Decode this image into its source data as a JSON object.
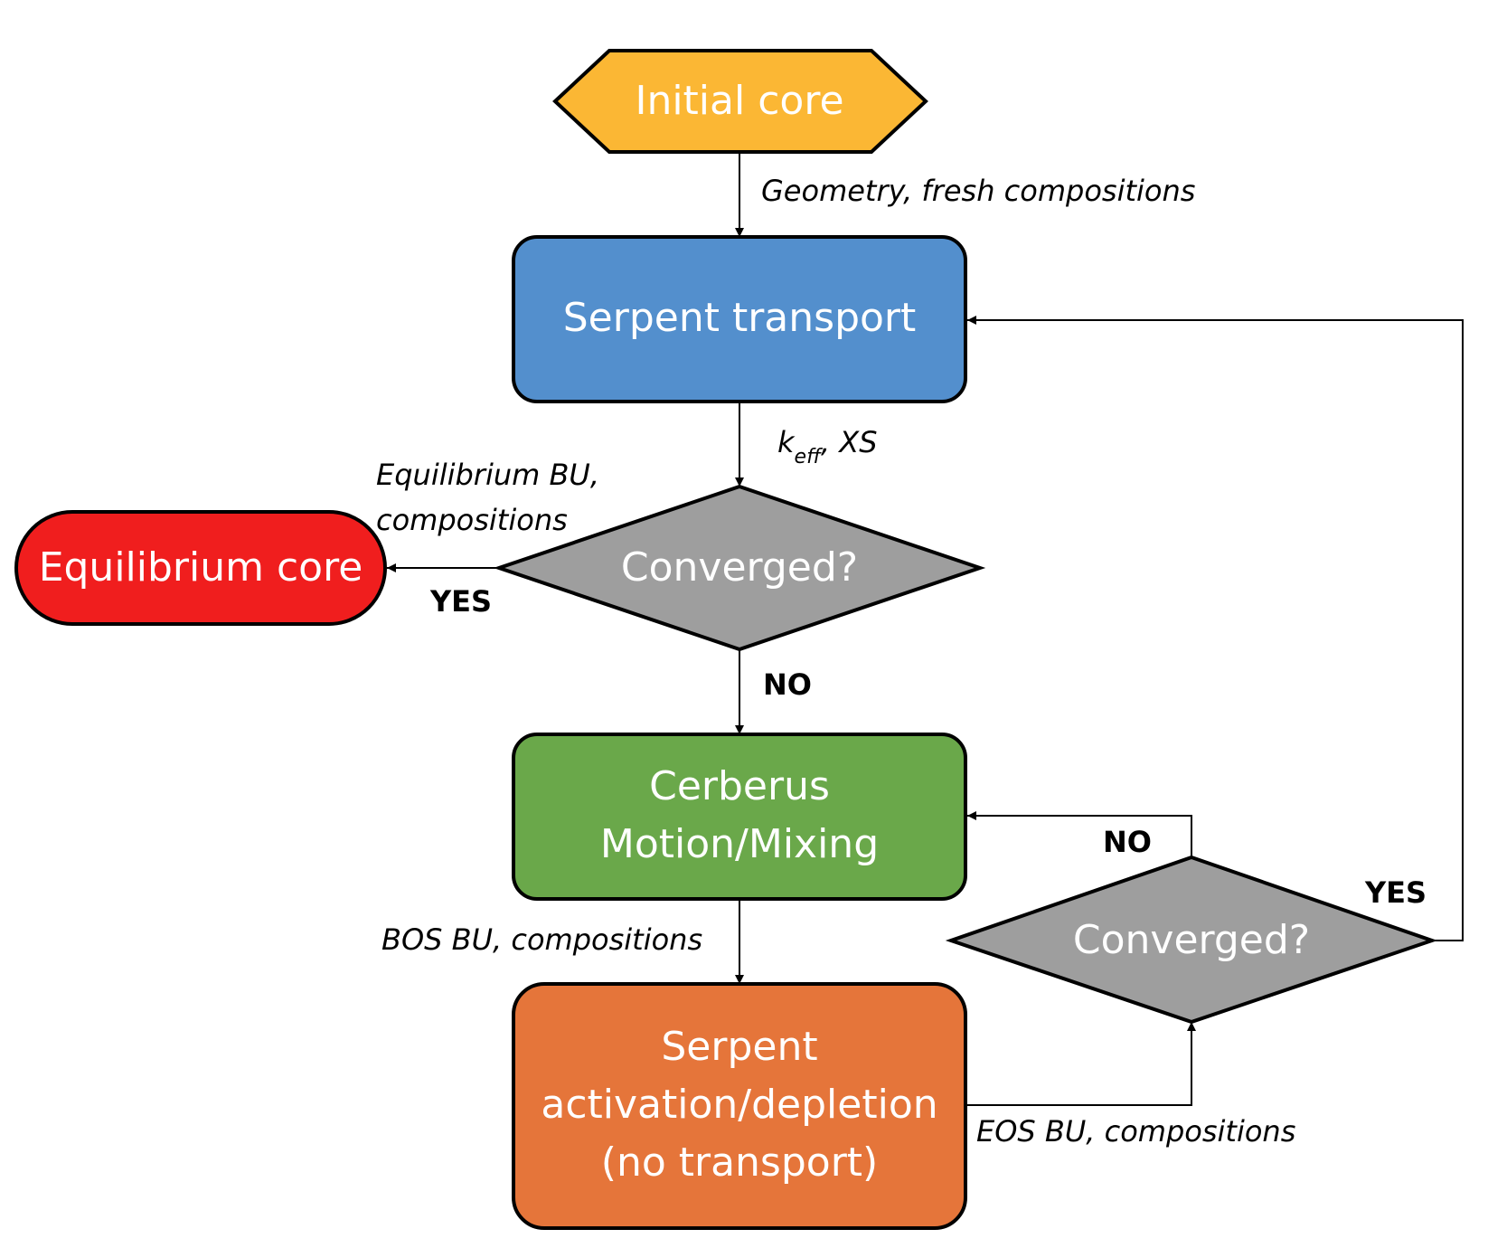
{
  "nodes": {
    "initial_core": {
      "label": "Initial core",
      "color": "#FBB734"
    },
    "serpent_transport": {
      "label": "Serpent transport",
      "color": "#538FCD"
    },
    "converged_top": {
      "label": "Converged?",
      "color": "#9E9E9E"
    },
    "equilibrium_core": {
      "label": "Equilibrium core",
      "color": "#F01E1E"
    },
    "cerberus": {
      "lines": [
        "Cerberus",
        "Motion/Mixing"
      ],
      "color": "#6AA84A"
    },
    "serpent_depletion": {
      "lines": [
        "Serpent",
        "activation/depletion",
        "(no transport)"
      ],
      "color": "#E5753A"
    },
    "converged_bottom": {
      "label": "Converged?",
      "color": "#9E9E9E"
    }
  },
  "edges": {
    "geometry": "Geometry, fresh compositions",
    "keff_k": "k",
    "keff_sub": "eff",
    "keff_rest": ", XS",
    "equilibrium_bu_line1": "Equilibrium BU,",
    "equilibrium_bu_line2": "compositions",
    "yes_top": "YES",
    "no_top": "NO",
    "bos": "BOS BU, compositions",
    "eos": "EOS BU, compositions",
    "no_bottom": "NO",
    "yes_bottom": "YES"
  }
}
